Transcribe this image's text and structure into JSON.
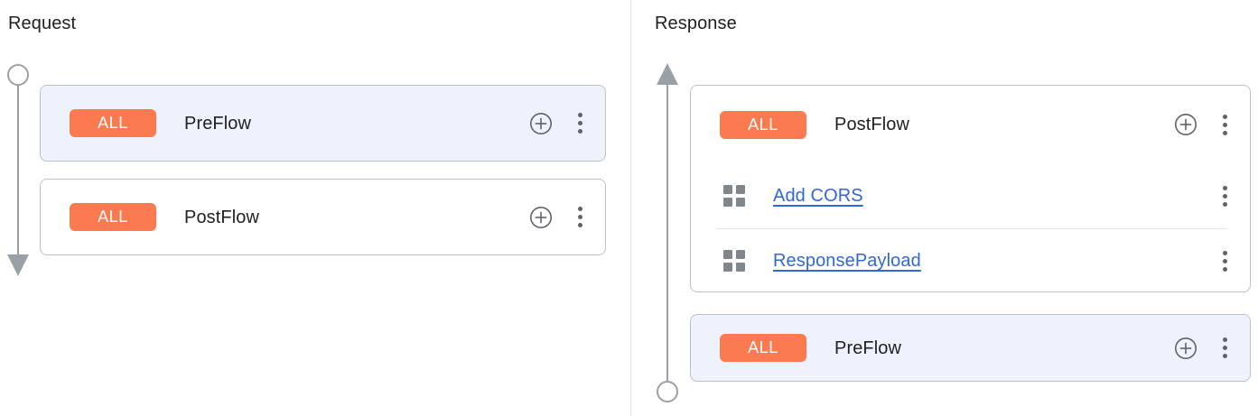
{
  "panels": {
    "request": {
      "title": "Request",
      "flow_direction_icon": "arrow-down-icon",
      "cards": [
        {
          "badge": "ALL",
          "name": "PreFlow",
          "selected": true,
          "add_icon": "add-circle-icon",
          "menu_icon": "more-vert-icon",
          "policies": []
        },
        {
          "badge": "ALL",
          "name": "PostFlow",
          "selected": false,
          "add_icon": "add-circle-icon",
          "menu_icon": "more-vert-icon",
          "policies": []
        }
      ]
    },
    "response": {
      "title": "Response",
      "flow_direction_icon": "arrow-up-icon",
      "cards": [
        {
          "badge": "ALL",
          "name": "PostFlow",
          "selected": false,
          "add_icon": "add-circle-icon",
          "menu_icon": "more-vert-icon",
          "policies": [
            {
              "icon": "policy-grid-icon",
              "label": "Add CORS",
              "menu_icon": "more-vert-icon"
            },
            {
              "icon": "policy-grid-icon",
              "label": "ResponsePayload",
              "menu_icon": "more-vert-icon"
            }
          ]
        },
        {
          "badge": "ALL",
          "name": "PreFlow",
          "selected": true,
          "add_icon": "add-circle-icon",
          "menu_icon": "more-vert-icon",
          "policies": []
        }
      ]
    }
  },
  "colors": {
    "badge_background": "#fb7a50",
    "badge_text": "#ffffff",
    "selected_card_background": "#eef2fd",
    "card_border": "#bdc1c6",
    "link": "#3367d6",
    "icon_gray": "#5f6368",
    "rail": "#9aa0a6",
    "divider": "#e0e0e0"
  }
}
